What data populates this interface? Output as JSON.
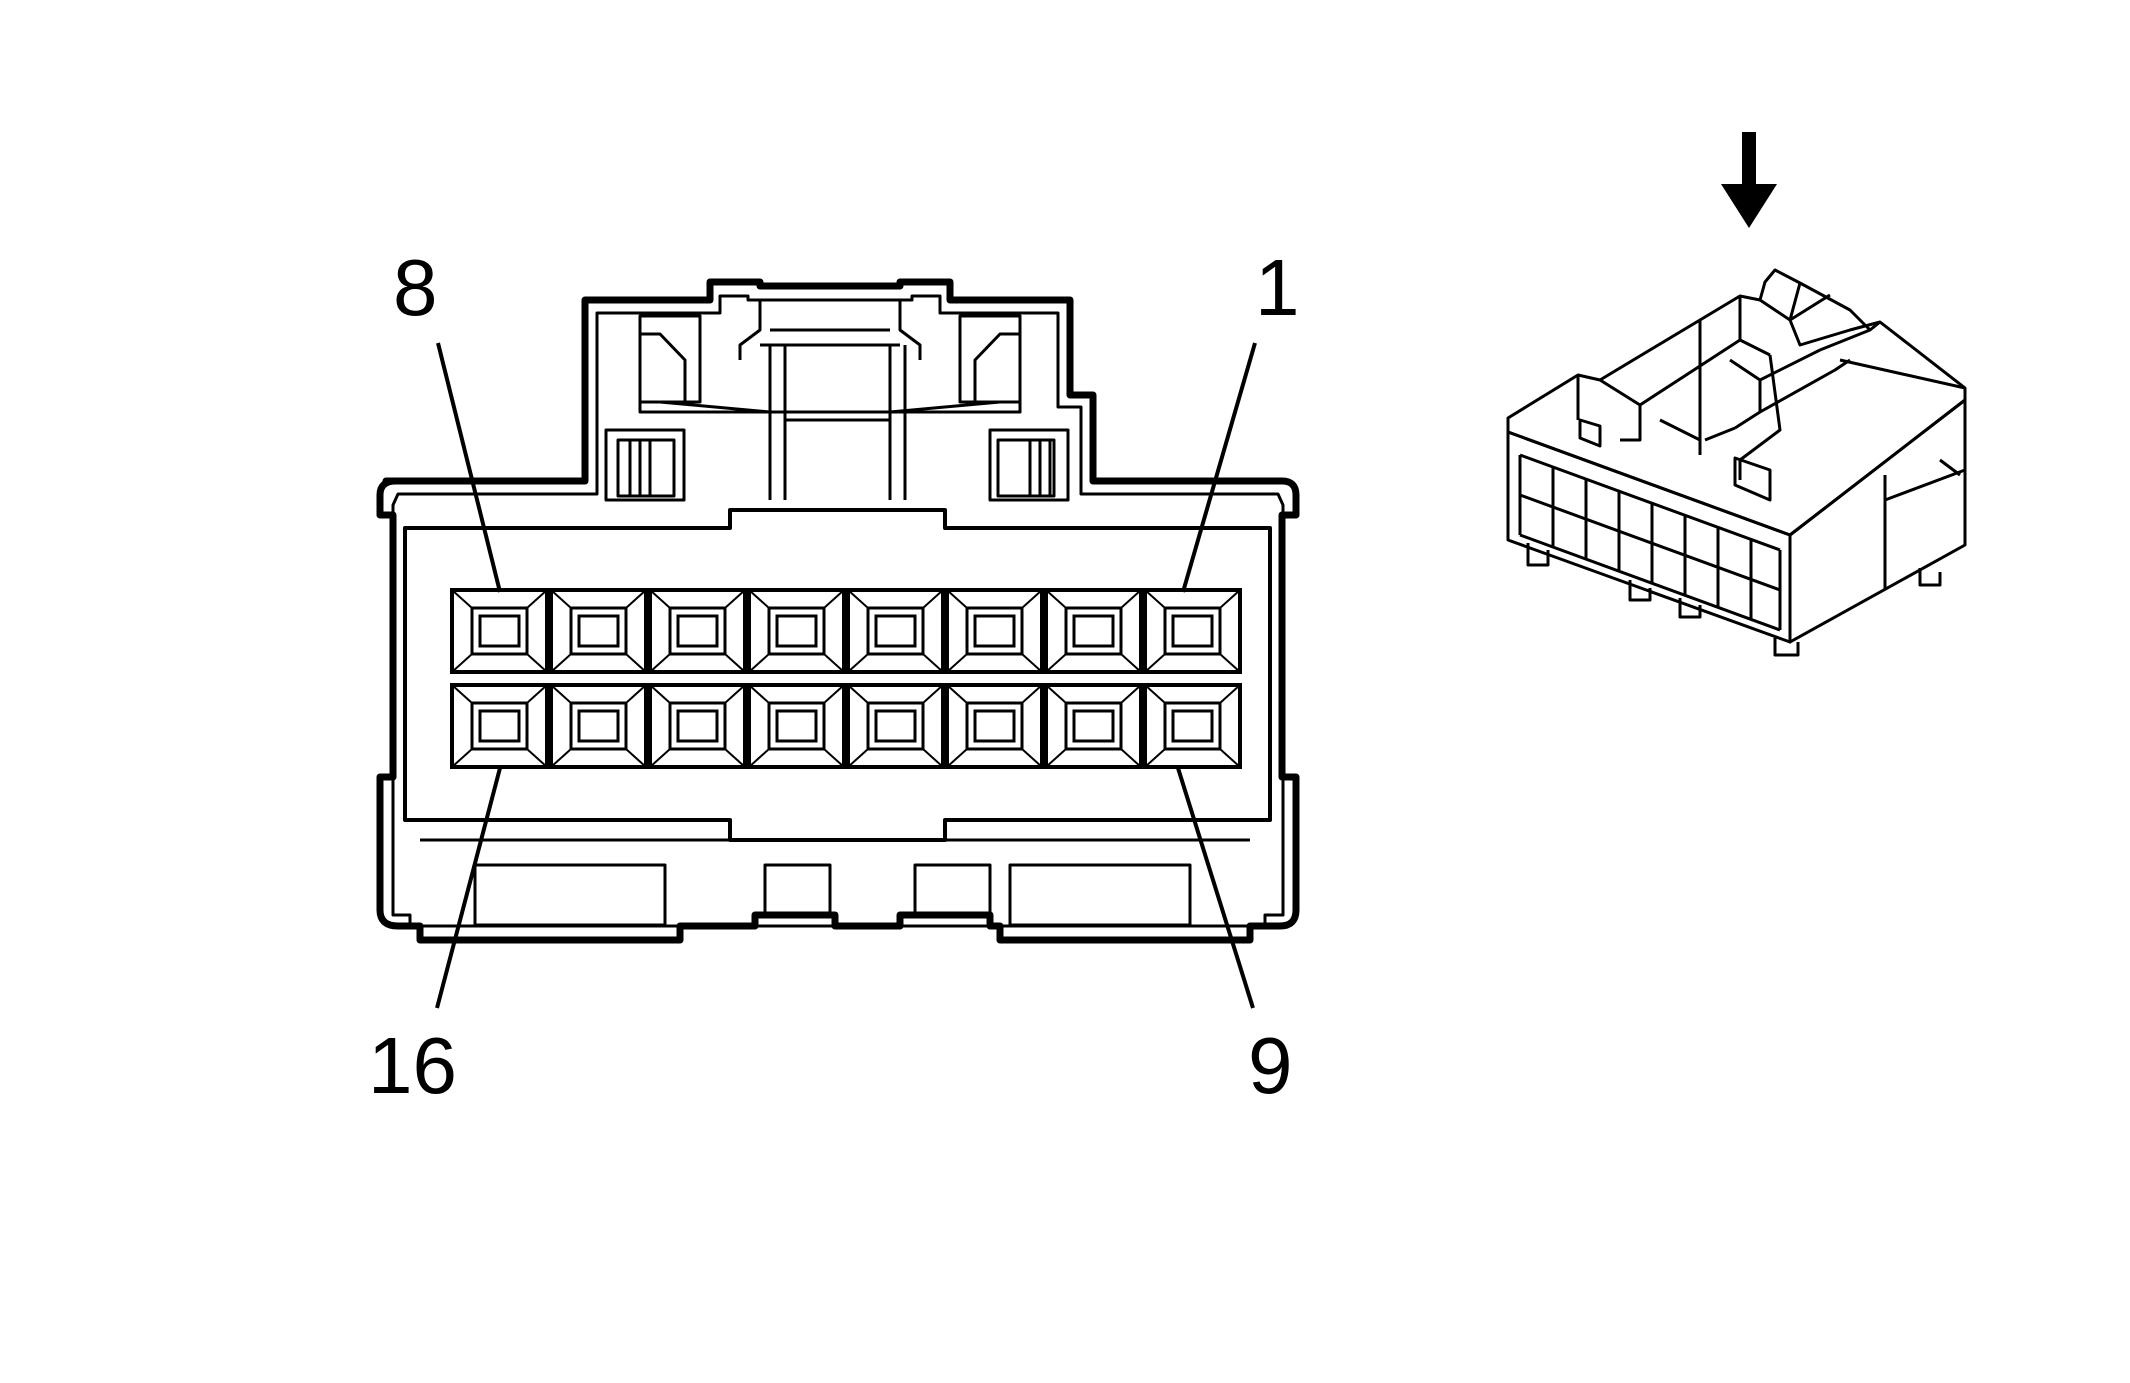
{
  "pin_labels": {
    "top_left": "8",
    "top_right": "1",
    "bottom_left": "16",
    "bottom_right": "9"
  },
  "connector": {
    "cavities_per_row": 8,
    "rows": 2
  },
  "colors": {
    "line": "#000000",
    "background": "#ffffff"
  },
  "icons": {
    "view_direction": "down-arrow-icon"
  }
}
